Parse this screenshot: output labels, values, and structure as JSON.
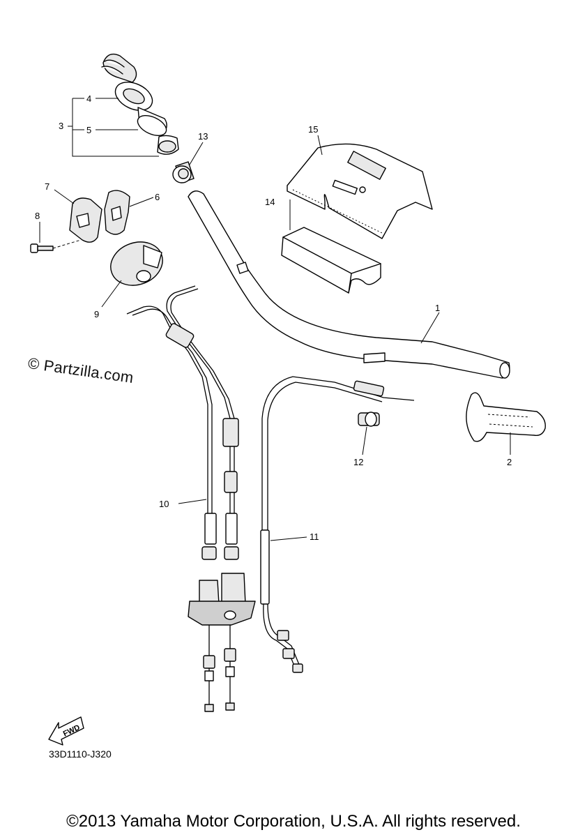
{
  "watermark": "© Partzilla.com",
  "diagram_code": "33D1110-J320",
  "copyright": "©2013 Yamaha Motor Corporation, U.S.A. All rights reserved.",
  "fwd_label": "FWD",
  "callouts": {
    "c1": "1",
    "c2": "2",
    "c3": "3",
    "c4": "4",
    "c5": "5",
    "c6": "6",
    "c7": "7",
    "c8": "8",
    "c9": "9",
    "c10": "10",
    "c11": "11",
    "c12": "12",
    "c13": "13",
    "c14": "14",
    "c15": "15"
  }
}
